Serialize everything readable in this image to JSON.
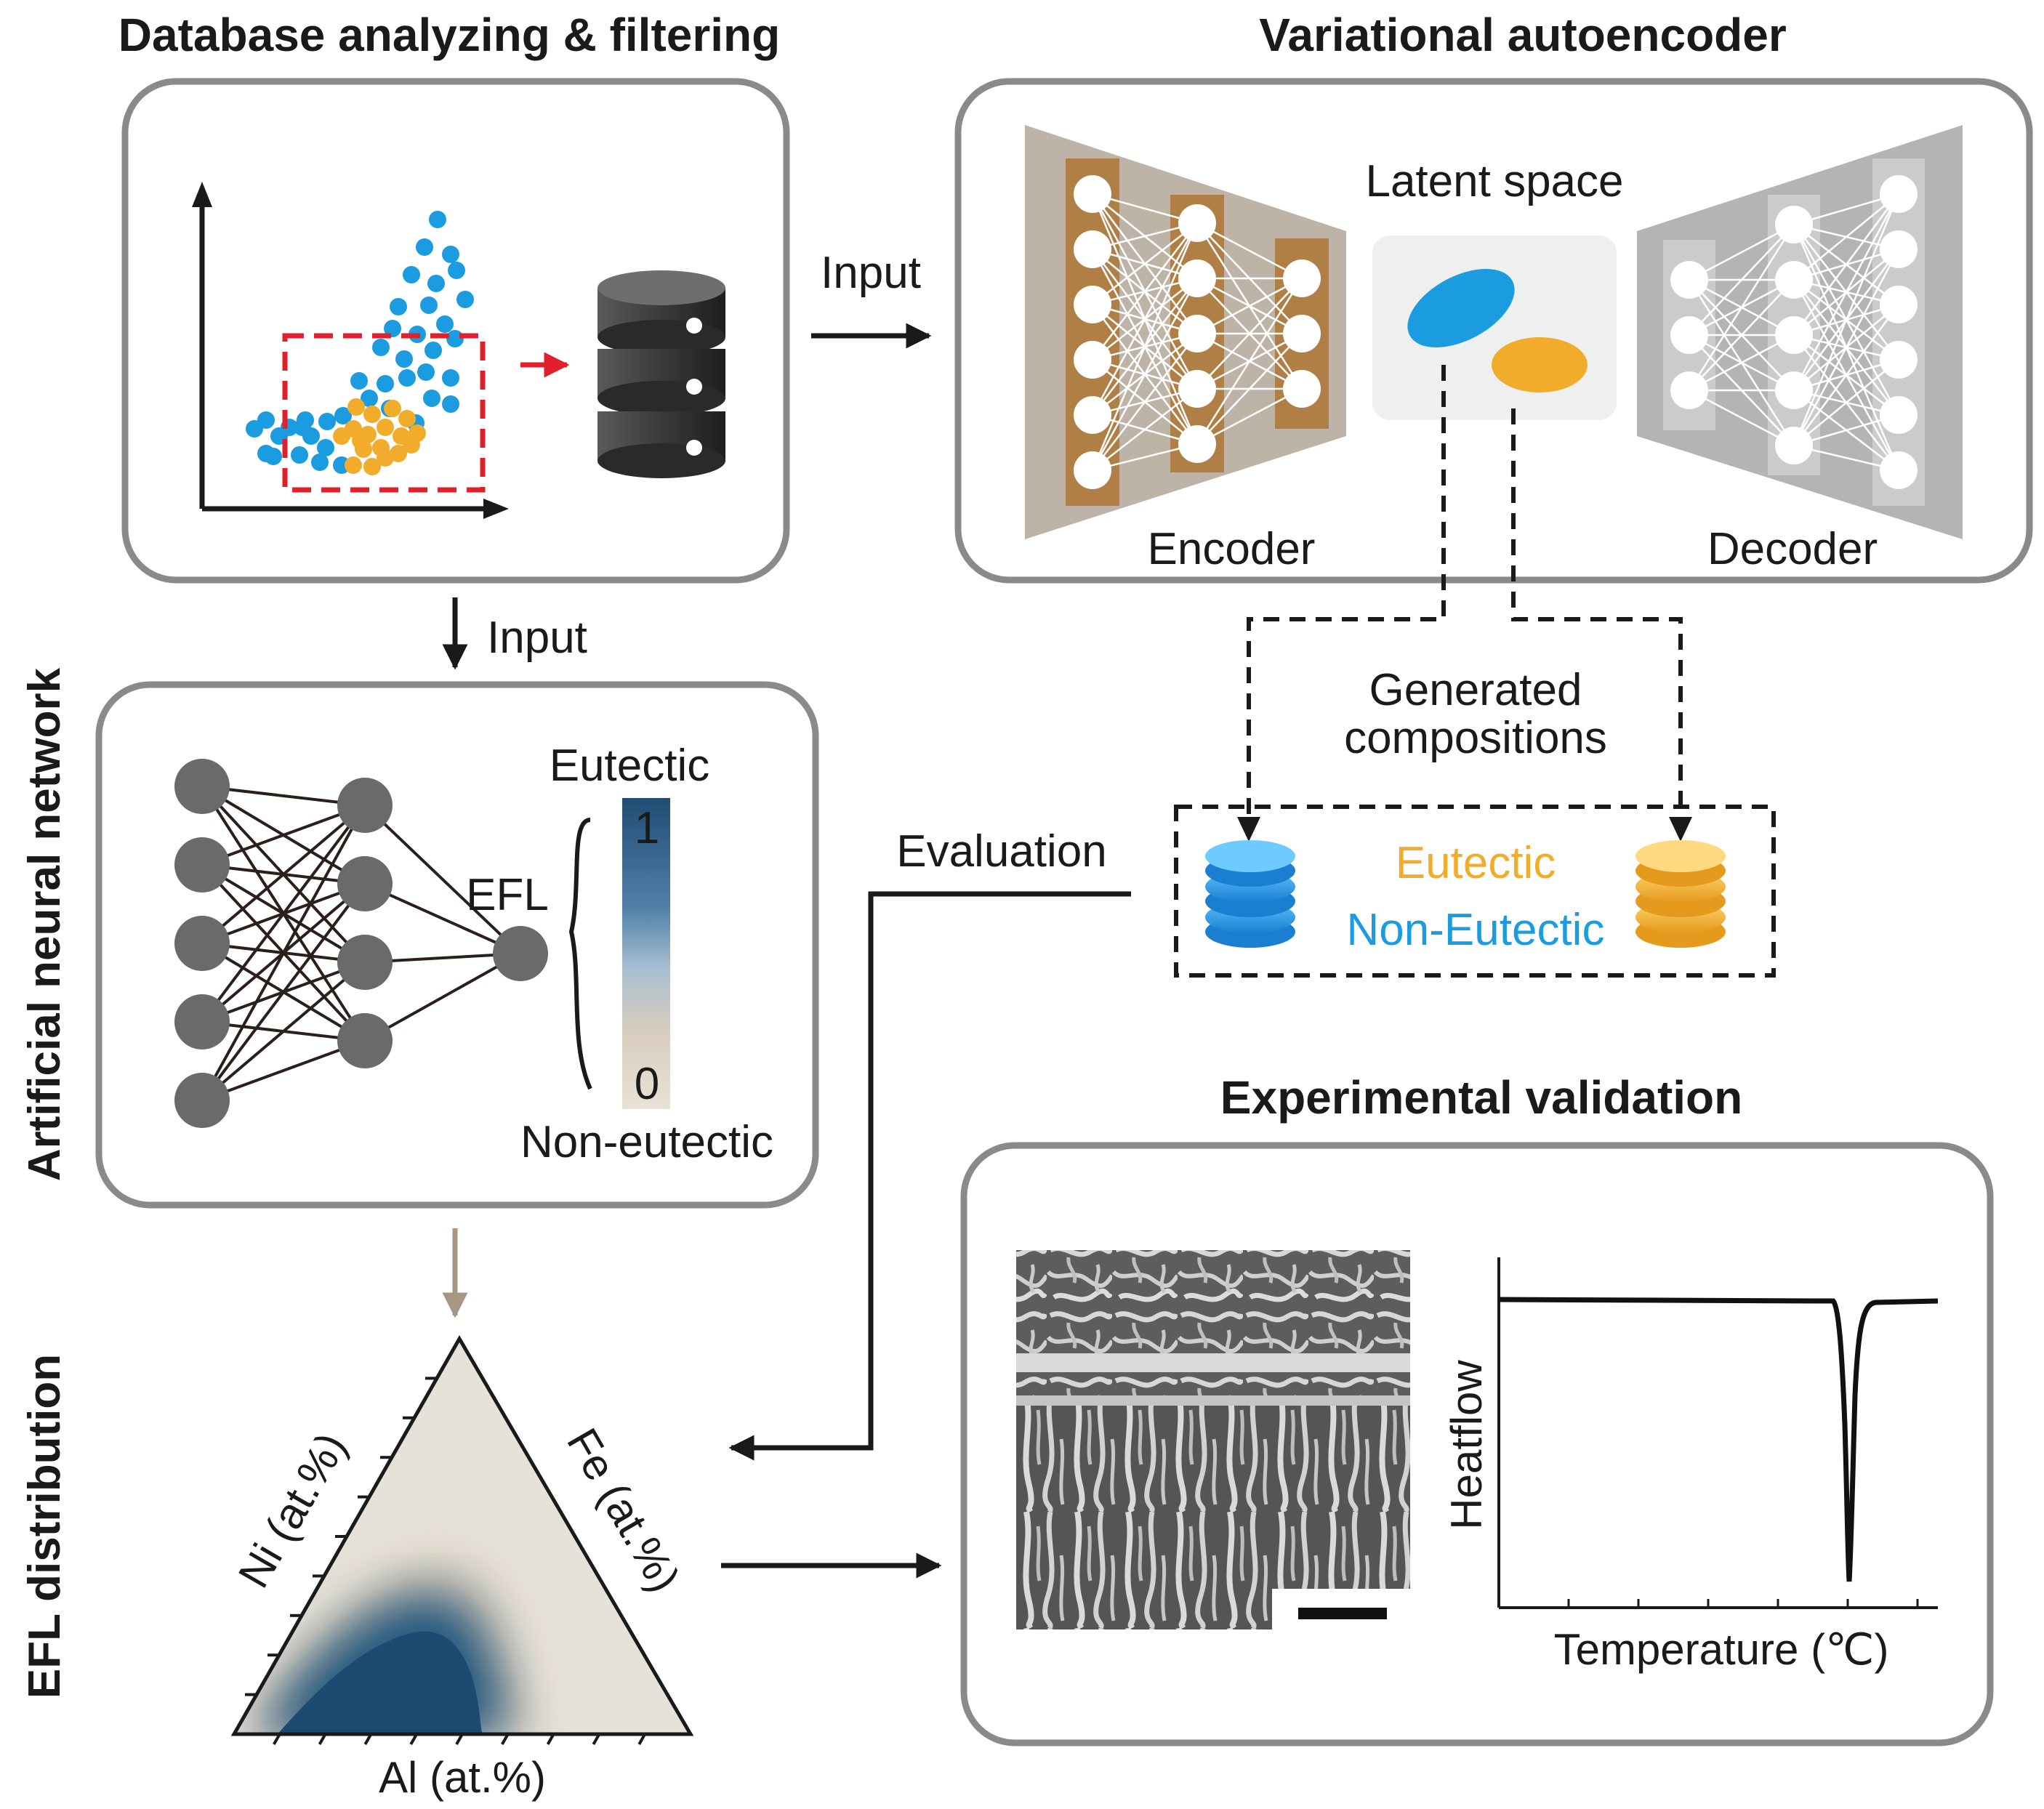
{
  "titles": {
    "database": "Database analyzing & filtering",
    "vae": "Variational autoencoder",
    "ann": "Artificial neural network",
    "efl_dist": "EFL distribution",
    "experimental": "Experimental validation"
  },
  "vae": {
    "latent": "Latent space",
    "encoder": "Encoder",
    "decoder": "Decoder"
  },
  "flow": {
    "input_right": "Input",
    "input_down": "Input",
    "evaluation": "Evaluation",
    "generated_line1": "Generated",
    "generated_line2": "compositions"
  },
  "generated": {
    "eutectic": "Eutectic",
    "non_eutectic": "Non-Eutectic"
  },
  "ann": {
    "output_label": "EFL",
    "scale_top_label": "Eutectic",
    "scale_bottom_label": "Non-eutectic",
    "scale_max": "1",
    "scale_min": "0"
  },
  "ternary": {
    "left_axis": "Ni (at.%)",
    "right_axis": "Fe (at.%)",
    "bottom_axis": "Al (at.%)"
  },
  "dsc": {
    "ylabel": "Heatflow",
    "xlabel": "Temperature (℃)"
  },
  "colors": {
    "eutectic": "#f2ac2b",
    "non_eutectic": "#1b9be0",
    "highlight_box": "#e0202a",
    "encoder_bar": "#b07f45",
    "encoder_bg": "#bcb2a4",
    "decoder_bg": "#b3b3b3",
    "efl_high": "#24567e",
    "efl_low": "#e9e2d6",
    "ann_node": "#6a6a6a"
  }
}
